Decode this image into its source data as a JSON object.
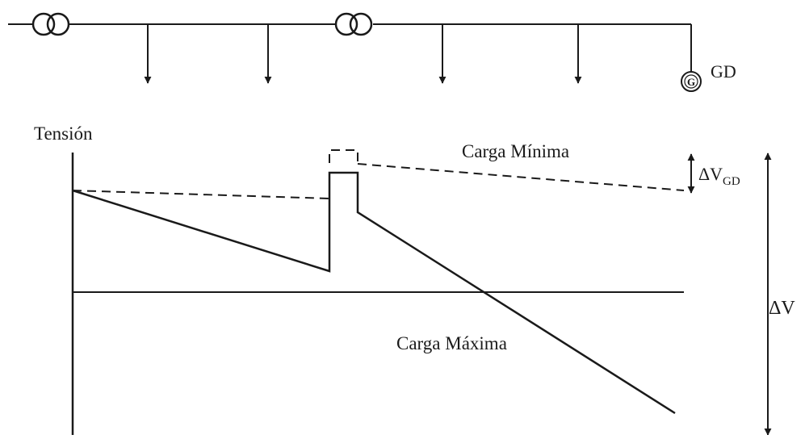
{
  "diagram": {
    "generator_label": "GD",
    "generator_symbol": "G",
    "voltage_axis_label": "Tensión",
    "min_load_label": "Carga Mínima",
    "max_load_label": "Carga Máxima",
    "delta_v_gd_label": {
      "prefix": "ΔV",
      "subscript": "GD"
    },
    "delta_v_label": "ΔV",
    "line_color": "#1a1a1a"
  }
}
